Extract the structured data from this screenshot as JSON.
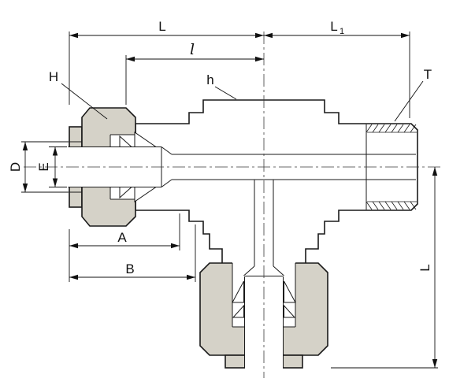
{
  "colors": {
    "background": "#ffffff",
    "line": "#1a1a1a",
    "nut_shade": "#d5d2c8"
  },
  "dimensions": {
    "L_top": {
      "label": "L"
    },
    "L1_top": {
      "base": "L",
      "sub": "1"
    },
    "l_mid": {
      "label": "l"
    },
    "D_left": {
      "label": "D"
    },
    "E_left": {
      "label": "E"
    },
    "A_bottom": {
      "label": "A"
    },
    "B_bottom": {
      "label": "B"
    },
    "L_right": {
      "label": "L"
    }
  },
  "callouts": {
    "nut": "H",
    "body_hex": "h",
    "thread": "T"
  }
}
